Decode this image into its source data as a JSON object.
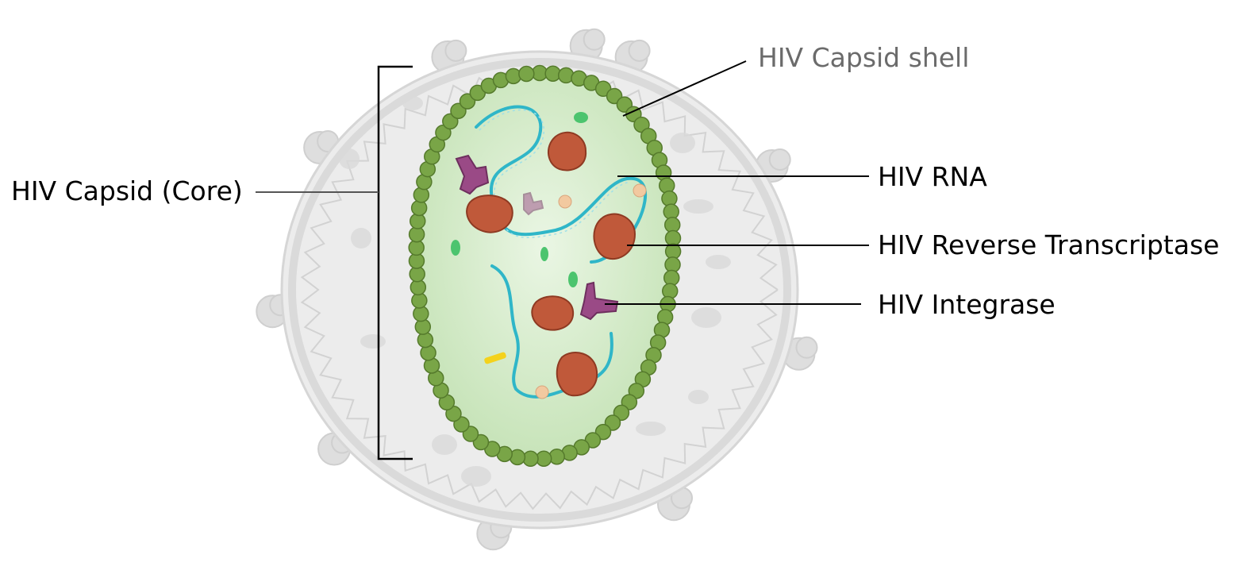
{
  "labels": {
    "capsid_shell": "HIV Capsid shell",
    "capsid_core": "HIV Capsid (Core)",
    "rna": "HIV RNA",
    "reverse_transcriptase": "HIV Reverse Transcriptase",
    "integrase": "HIV Integrase"
  },
  "colors": {
    "envelope": "#e9e9e9",
    "envelope_outline": "#cfcfcf",
    "capsid_green": "#6f9a3e",
    "capsid_fill": "#cfe8c4",
    "rna": "#2fb6c8",
    "reverse_transcriptase": "#c0593a",
    "integrase": "#9a4a86",
    "leader_line": "#000000"
  }
}
